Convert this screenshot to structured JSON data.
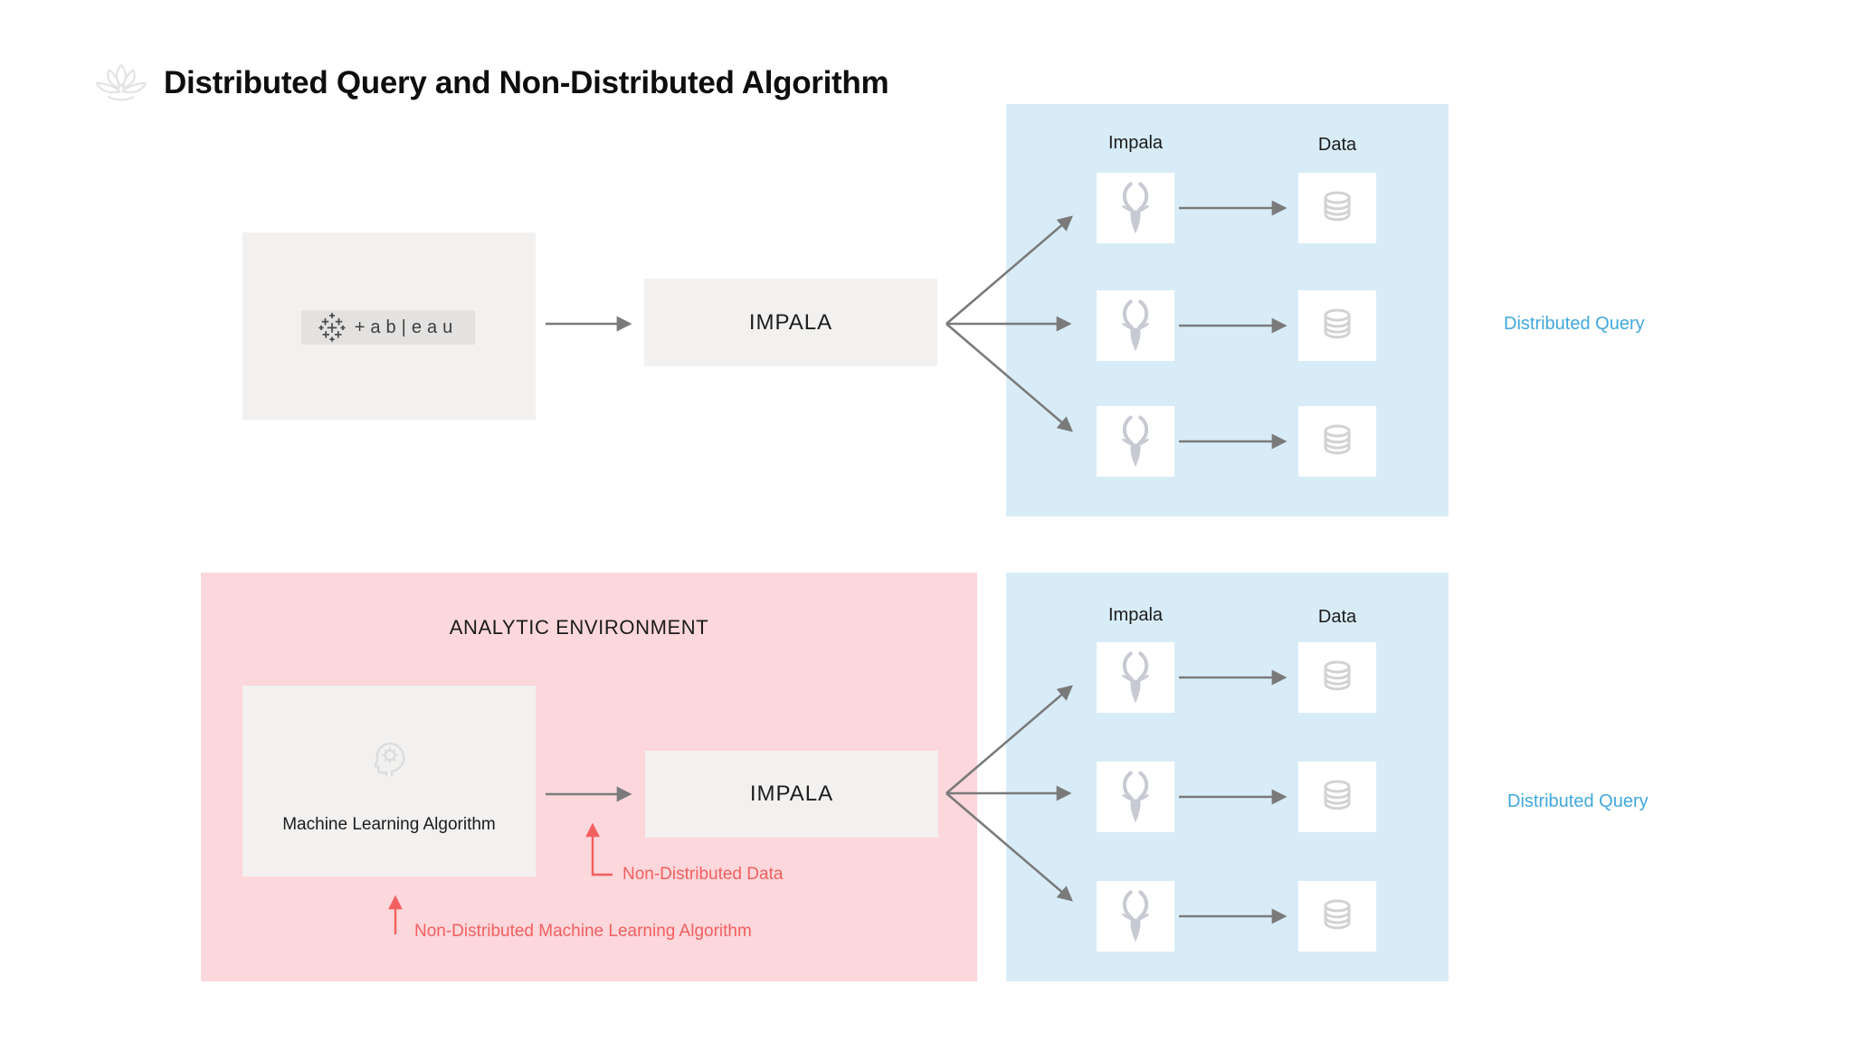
{
  "header": {
    "title": "Distributed Query and Non-Distributed Algorithm"
  },
  "top_flow": {
    "source_logo_text": "+ab|eau",
    "impala_label": "IMPALA",
    "cluster": {
      "impala_header": "Impala",
      "data_header": "Data",
      "node_rows": 3
    },
    "side_label": "Distributed Query"
  },
  "bottom_flow": {
    "environment_title": "ANALYTIC ENVIRONMENT",
    "ml_label": "Machine Learning Algorithm",
    "impala_label": "IMPALA",
    "cluster": {
      "impala_header": "Impala",
      "data_header": "Data",
      "node_rows": 3
    },
    "side_label": "Distributed Query",
    "annotation_data": "Non-Distributed Data",
    "annotation_algorithm": "Non-Distributed Machine Learning Algorithm"
  },
  "icons": {
    "brand": "lotus-icon",
    "source": "tableau-plus-cluster-icon",
    "worker": "impala-head-icon",
    "storage": "database-icon",
    "ml": "head-gear-icon"
  },
  "colors": {
    "blue_panel": "#D8ECF7",
    "pink_panel": "#FCD7DB",
    "gray_box": "#F2F1F0",
    "logo_strip": "#E3E2E1",
    "arrow_gray": "#7A7A7A",
    "accent_blue": "#41A8DB",
    "accent_red": "#F25F5F",
    "icon_gray": "#C7CAD2"
  }
}
